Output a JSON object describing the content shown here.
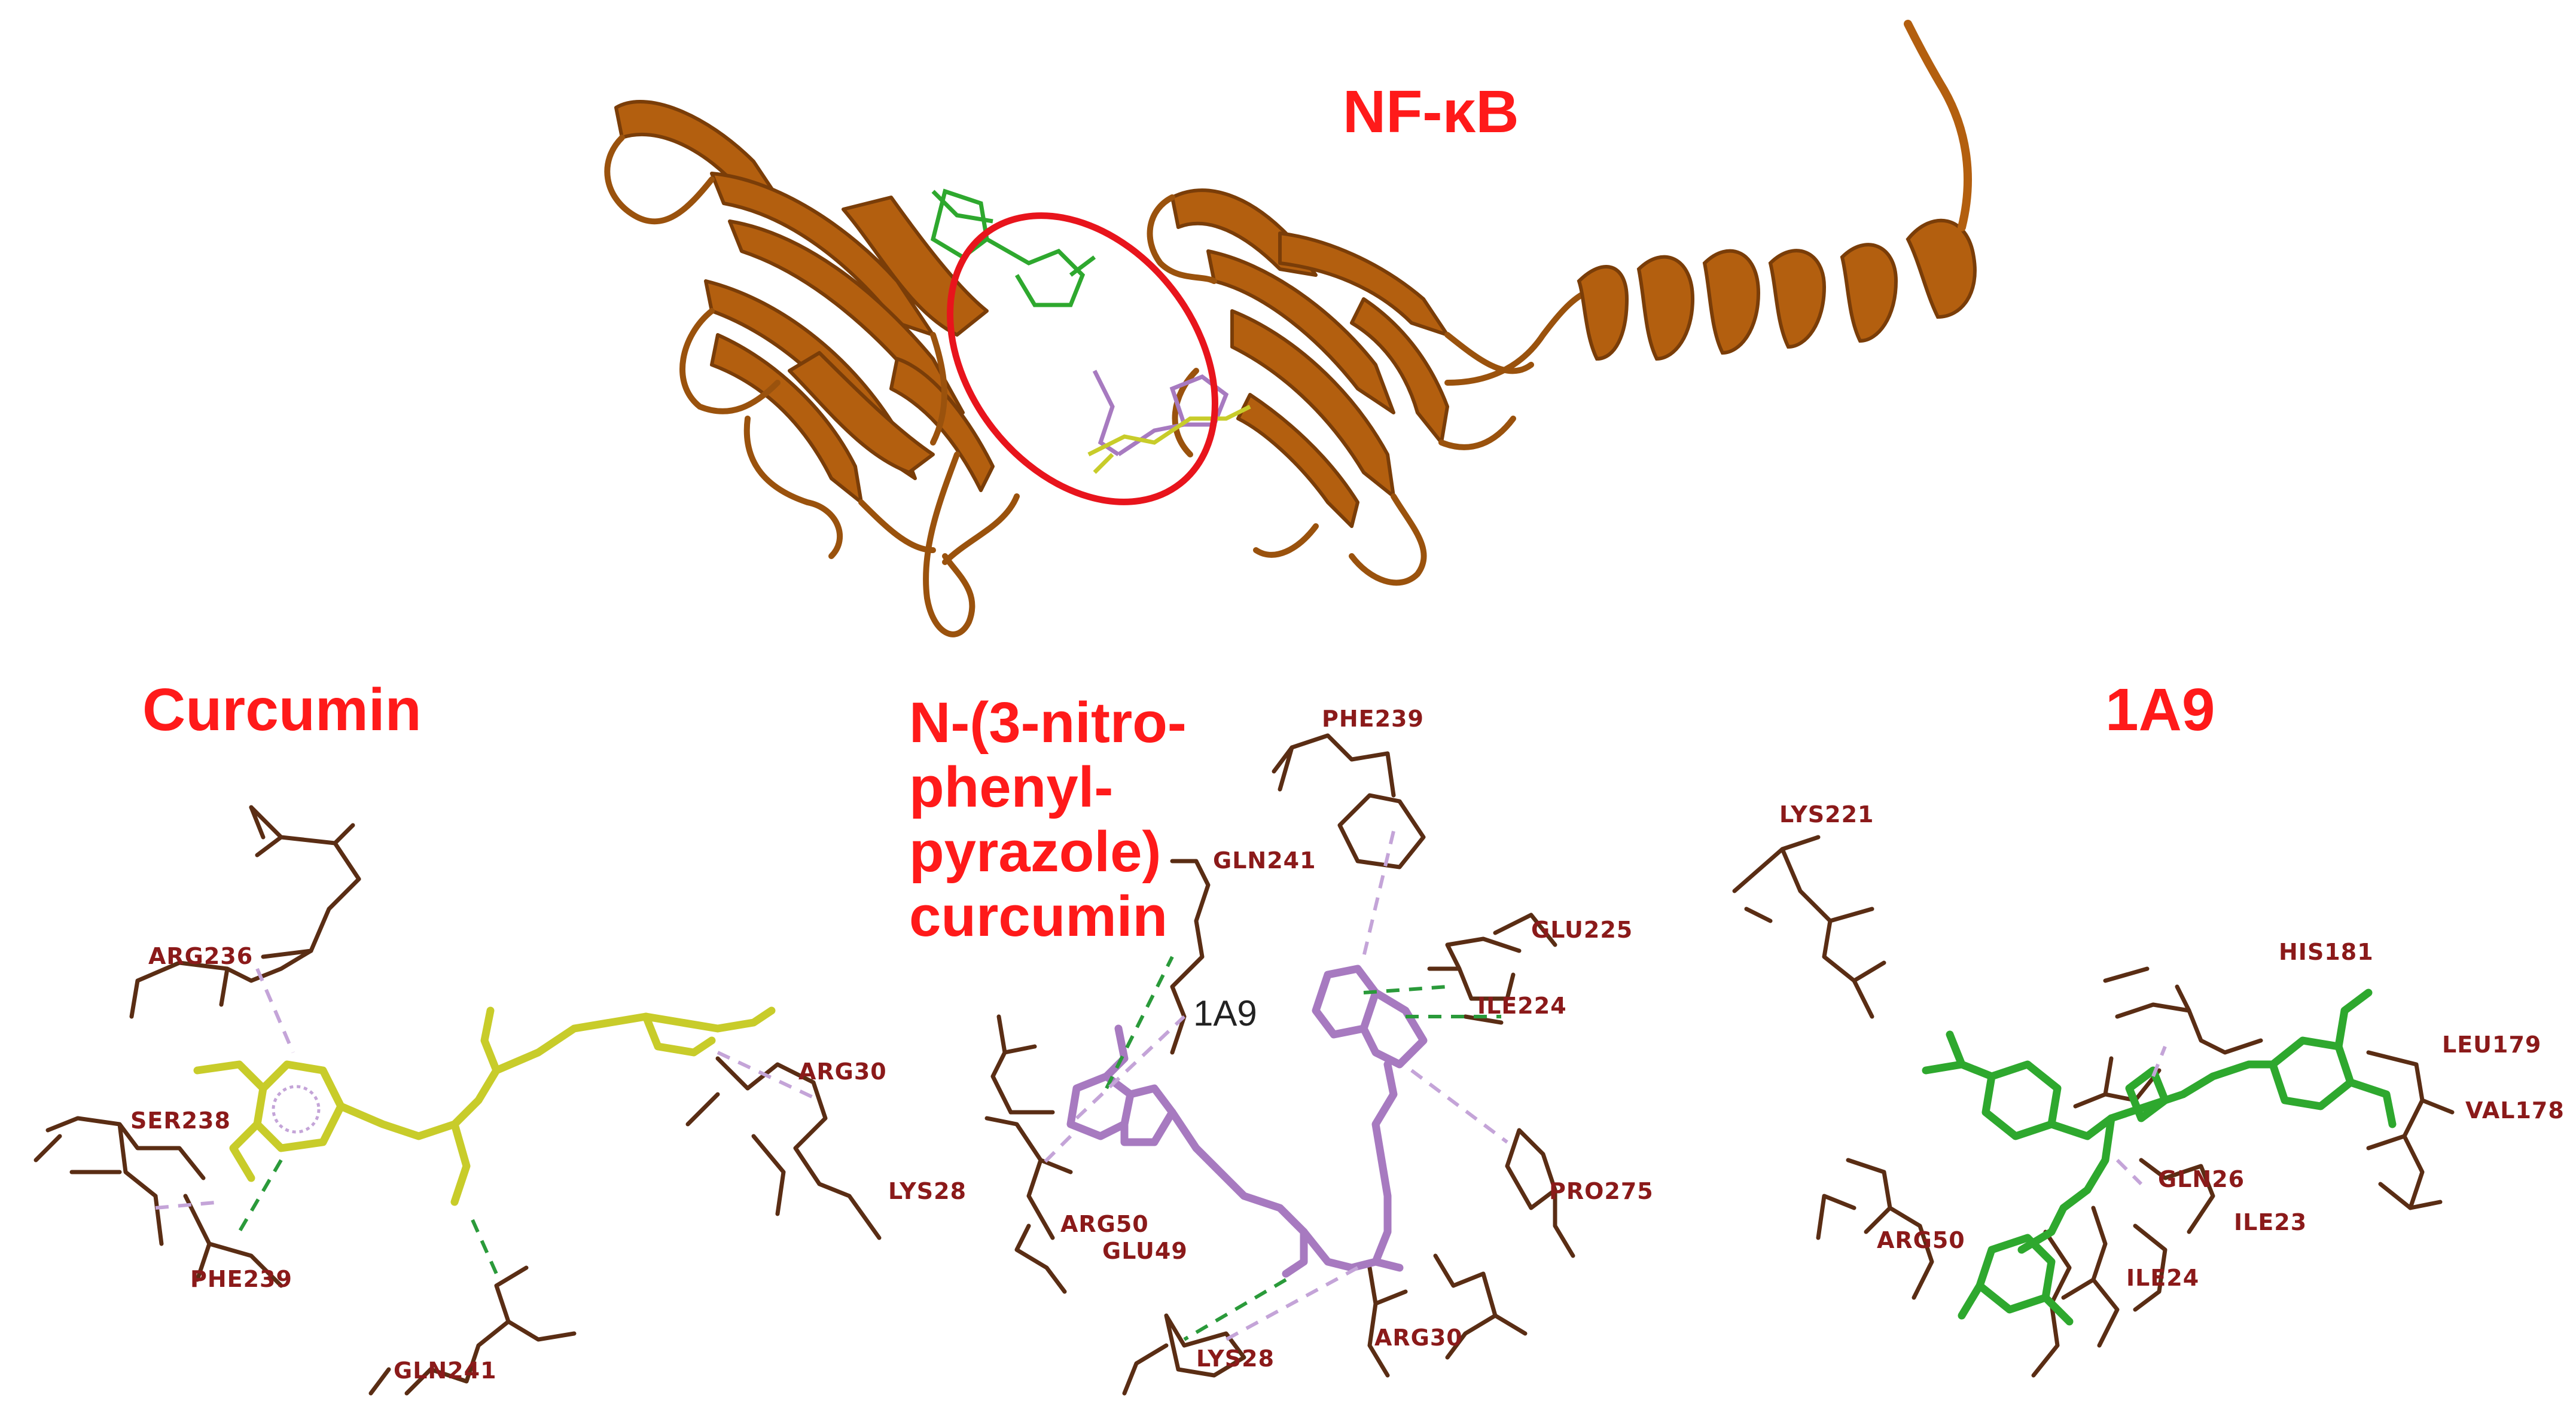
{
  "titles": {
    "protein": "NF-κB",
    "curcumin": "Curcumin",
    "derivative_lines": [
      "N-(3-nitro-",
      "phenyl-",
      "pyrazole)",
      "curcumin"
    ],
    "compound_1a9": "1A9"
  },
  "colors": {
    "protein_ribbon": "#b35f0f",
    "protein_ribbon_dark": "#7a3d08",
    "binding_site_ring": "#e8141c",
    "title": "#ff1a1a",
    "residue_stick": "#5a2d14",
    "residue_label": "#8b1a1a",
    "curcumin_ligand": "#c8cc2a",
    "derivative_ligand": "#a77ac0",
    "ligand_1a9": "#2ea82e",
    "hbond": "#2a9a3a",
    "hydrophobic_contact": "#c4a4d8"
  },
  "curcumin_panel": {
    "residues": [
      "ARG236",
      "SER238",
      "PHE239",
      "ARG30",
      "LYS28",
      "GLN241"
    ]
  },
  "derivative_panel": {
    "residues": [
      "PHE239",
      "GLN241",
      "GLU225",
      "ILE224",
      "PRO275",
      "ARG50",
      "GLU49",
      "LYS28",
      "ARG30"
    ],
    "ligand_label": "1A9"
  },
  "panel_1a9": {
    "residues": [
      "LYS221",
      "HIS181",
      "LEU179",
      "VAL178",
      "GLN26",
      "ILE23",
      "ILE24",
      "ARG50"
    ]
  }
}
